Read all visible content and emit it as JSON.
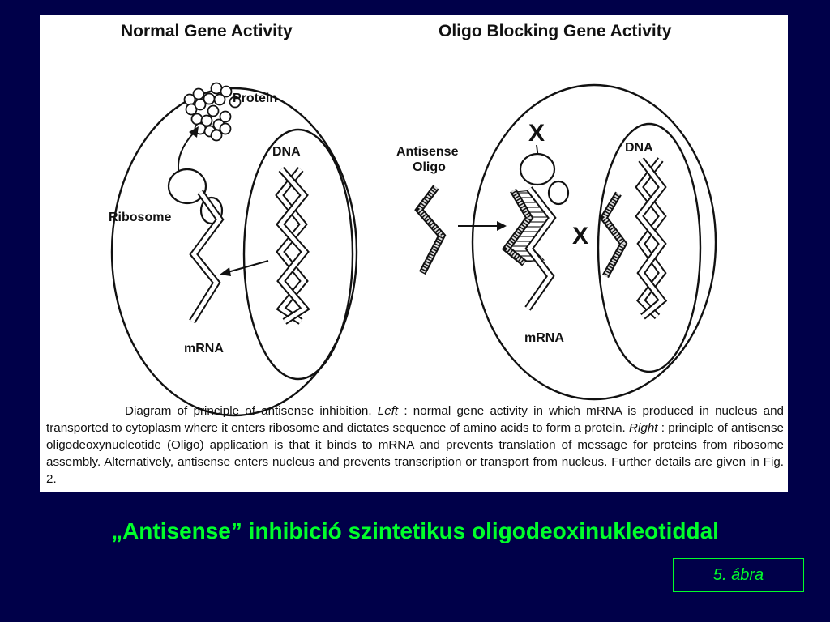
{
  "slide": {
    "title": "„Antisense” inhibició szintetikus oligodeoxinukleotiddal",
    "figure_number": "5. ábra"
  },
  "figure": {
    "left_panel": {
      "title": "Normal Gene Activity",
      "labels": {
        "protein": "Protein",
        "dna": "DNA",
        "ribosome": "Ribosome",
        "mrna": "mRNA"
      }
    },
    "right_panel": {
      "title": "Oligo Blocking Gene Activity",
      "labels": {
        "antisense_line1": "Antisense",
        "antisense_line2": "Oligo",
        "dna": "DNA",
        "mrna": "mRNA",
        "block_mark": "X"
      }
    },
    "caption": {
      "part1": "Diagram of principle of antisense inhibition. ",
      "left_word": "Left",
      "part2": " : normal gene activity in which mRNA is produced in nucleus and transported to cytoplasm where it enters ribosome and dictates sequence of amino acids to form a protein. ",
      "right_word": "Right",
      "part3": " : principle of antisense oligodeoxynucleotide (Oligo) application is that it binds to mRNA and prevents translation of message for proteins from ribosome assembly. Alternatively, antisense enters nucleus and prevents transcription or transport from nucleus. Further details are given in Fig. 2."
    }
  },
  "colors": {
    "background": "#000049",
    "slide_title": "#00ff2a",
    "figure_background": "#ffffff",
    "ink": "#111111"
  }
}
